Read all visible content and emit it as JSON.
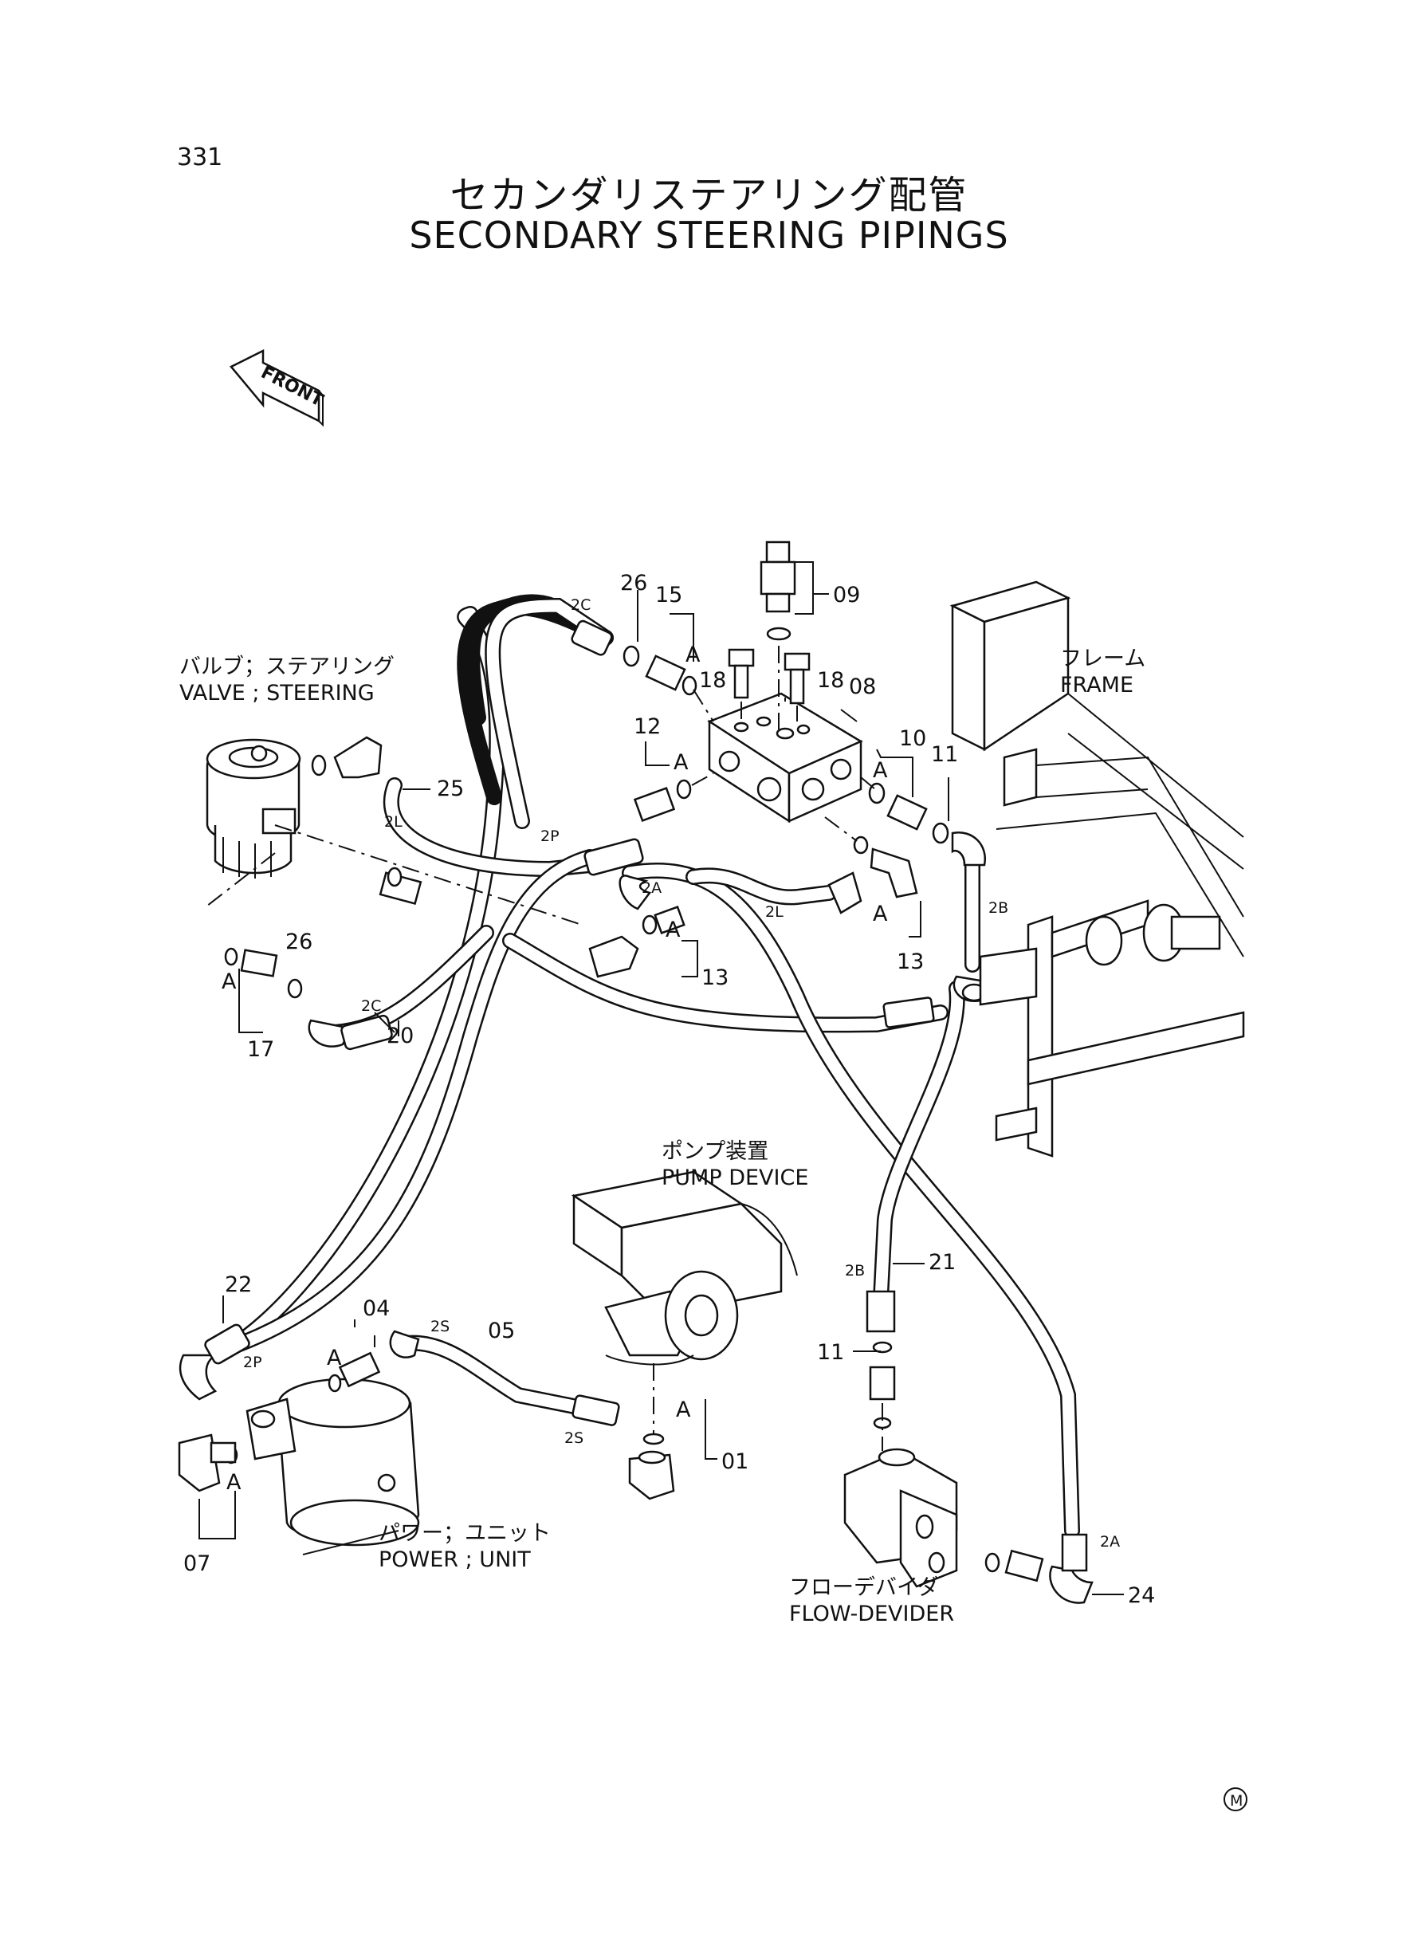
{
  "page": {
    "number": "331"
  },
  "title": {
    "jp": "セカンダリステアリング配管",
    "en": "SECONDARY STEERING PIPINGS"
  },
  "front_label": "FRONT",
  "components": {
    "valve_steering": {
      "jp": "バルブ；ステアリング",
      "en": "VALVE ; STEERING"
    },
    "frame": {
      "jp": "フレーム",
      "en": "FRAME"
    },
    "pump_device": {
      "jp": "ポンプ装置",
      "en": "PUMP DEVICE"
    },
    "power_unit": {
      "jp": "パワー；ユニット",
      "en": "POWER ; UNIT"
    },
    "flow_devider": {
      "jp": "フローデバイダ",
      "en": "FLOW-DEVIDER"
    }
  },
  "part_numbers": {
    "p01": "01",
    "p04": "04",
    "p05": "05",
    "p07": "07",
    "p08": "08",
    "p09": "09",
    "p10": "10",
    "p11a": "11",
    "p11b": "11",
    "p12": "12",
    "p13a": "13",
    "p13b": "13",
    "p15": "15",
    "p17": "17",
    "p18a": "18",
    "p18b": "18",
    "p20": "20",
    "p21": "21",
    "p22": "22",
    "p24": "24",
    "p25": "25",
    "p26a": "26",
    "p26b": "26"
  },
  "connection_labels": {
    "c2C_top": "2C",
    "c2C_left": "2C",
    "c2L_left": "2L",
    "c2L_mid": "2L",
    "c2P_top": "2P",
    "c2P_bottom": "2P",
    "c2A_mid": "2A",
    "c2A_bottom": "2A",
    "c2B_top": "2B",
    "c2B_mid": "2B",
    "c2S_top": "2S",
    "c2S_bottom": "2S"
  },
  "group_marker": "A",
  "corner_mark": "M"
}
